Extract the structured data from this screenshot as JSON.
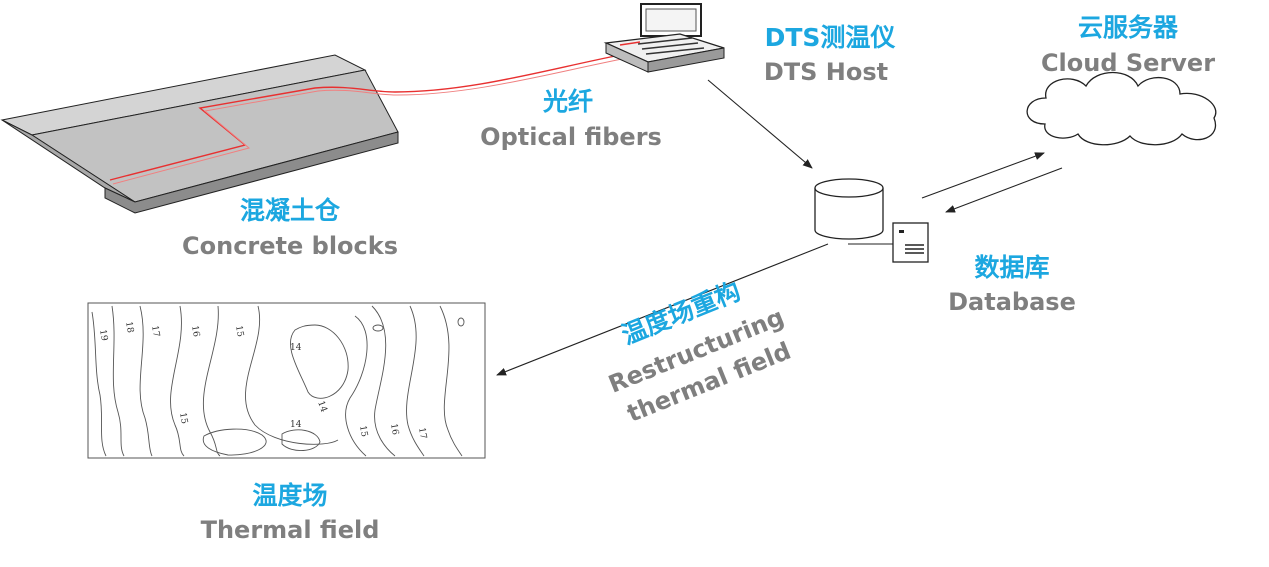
{
  "nodes": {
    "host": {
      "cn": "DTS测温仪",
      "en": "DTS Host"
    },
    "cloud": {
      "cn": "云服务器",
      "en": "Cloud Server"
    },
    "fiber": {
      "cn": "光纤",
      "en": "Optical fibers"
    },
    "concrete": {
      "cn": "混凝土仓",
      "en": "Concrete blocks"
    },
    "database": {
      "cn": "数据库",
      "en": "Database"
    },
    "thermal": {
      "cn": "温度场",
      "en": "Thermal field"
    }
  },
  "edge_label": {
    "cn": "温度场重构",
    "en_line1": "Restructuring",
    "en_line2": "thermal field"
  },
  "contours": {
    "l19": "19",
    "l18": "18",
    "l17": "17",
    "l16": "16",
    "l15": "15",
    "l14": "14",
    "l14b": "14",
    "l14c": "14",
    "l15b": "15",
    "l15c": "15",
    "l16b": "16",
    "l17b": "17"
  },
  "colors": {
    "cn_label": "#1ca7e0",
    "en_label": "#7f7f7f",
    "fiber": "#e83030"
  }
}
